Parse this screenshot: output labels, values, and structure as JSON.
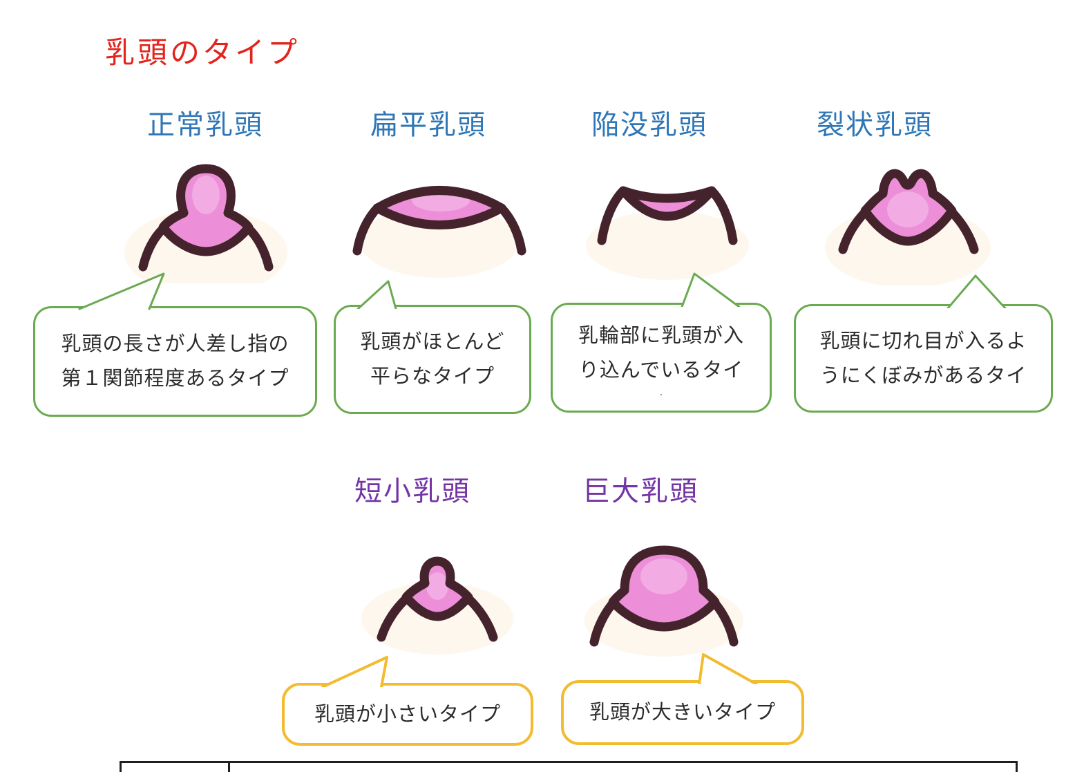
{
  "title": {
    "text": "乳頭のタイプ"
  },
  "colors": {
    "red": "#e2241d",
    "blue": "#2e76b6",
    "purple": "#7434a5",
    "green": "#6aaa50",
    "yellow": "#f3bb2f",
    "pink": "#ec8ed8",
    "pink-light": "#f8c2ec",
    "brown": "#45232c",
    "cream": "#fdf7ee",
    "text": "#2b2b2b",
    "table-line": "#1f1f1f"
  },
  "types": [
    {
      "name": "normal",
      "label": "正常乳頭",
      "description_lines": [
        "乳頭の長さが人差し指の",
        "第１関節程度あるタイプ"
      ]
    },
    {
      "name": "flat",
      "label": "扁平乳頭",
      "description_lines": [
        "乳頭がほとんど",
        "平らなタイプ"
      ]
    },
    {
      "name": "inverted",
      "label": "陥没乳頭",
      "description_lines": [
        "乳輪部に乳頭が入",
        "り込んでいるタイ"
      ],
      "note": "."
    },
    {
      "name": "fissured",
      "label": "裂状乳頭",
      "description_lines": [
        "乳頭に切れ目が入るよ",
        "うにくぼみがあるタイ"
      ]
    },
    {
      "name": "small",
      "label": "短小乳頭",
      "description_lines": [
        "乳頭が小さいタイプ"
      ]
    },
    {
      "name": "giant",
      "label": "巨大乳頭",
      "description_lines": [
        "乳頭が大きいタイプ"
      ]
    }
  ]
}
